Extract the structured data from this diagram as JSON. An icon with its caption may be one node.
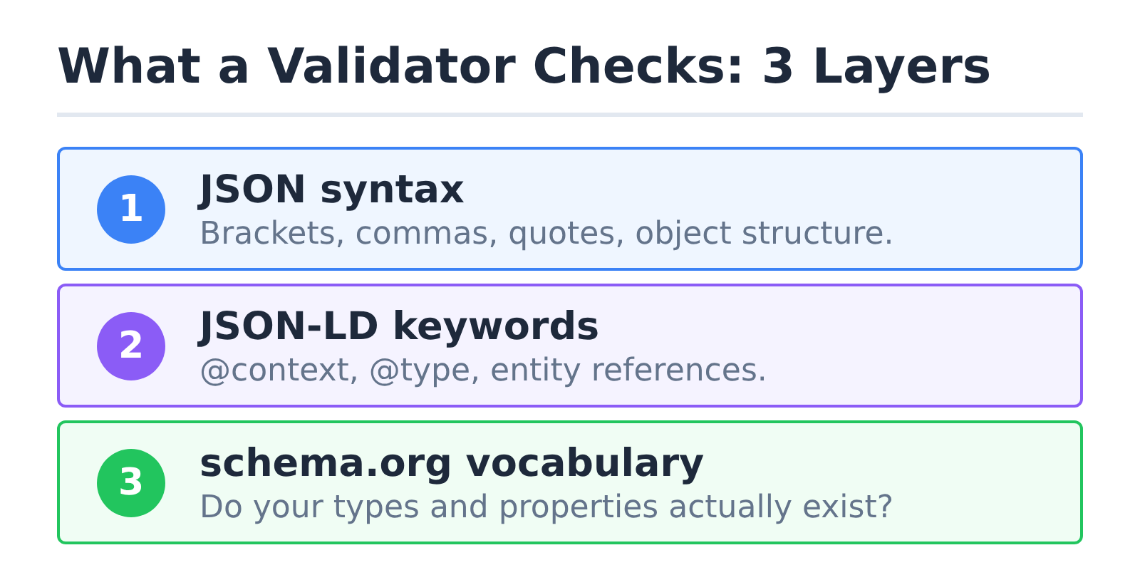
{
  "diagram": {
    "title": "What a Validator Checks: 3 Layers",
    "nodes": [
      {
        "text": [
          "JSON syntax",
          "Brackets, commas, quotes, object structure."
        ]
      },
      {
        "text": [
          "1"
        ],
        "in": 0
      },
      {
        "text": [
          "JSON-LD keywords",
          "@context, @type, entity references."
        ]
      },
      {
        "text": [
          "2"
        ],
        "in": 2
      },
      {
        "text": [
          "schema.org vocabulary",
          "Do your types and properties actually exist?"
        ]
      },
      {
        "text": [
          "3"
        ],
        "in": 4
      }
    ]
  }
}
